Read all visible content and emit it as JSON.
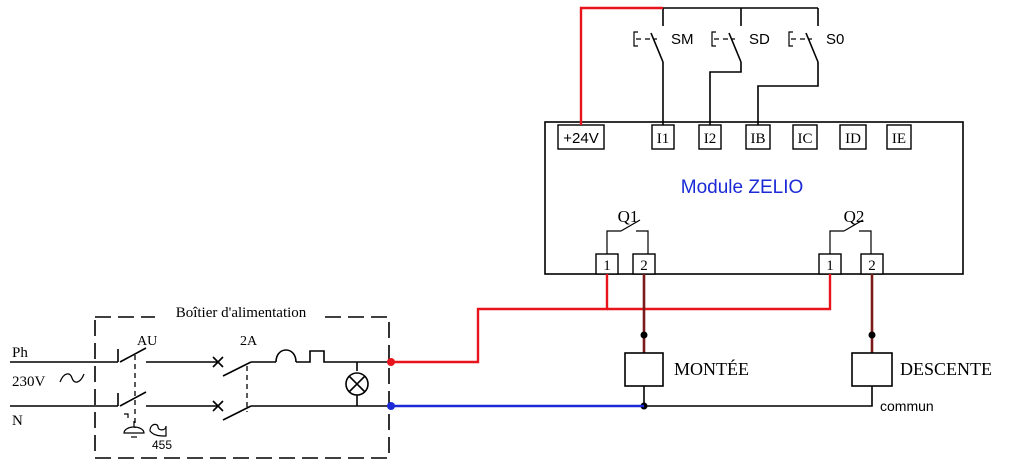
{
  "module": {
    "title": "Module ZELIO",
    "inputs": [
      "+24V",
      "I1",
      "I2",
      "IB",
      "IC",
      "ID",
      "IE"
    ],
    "outputs": [
      {
        "name": "Q1",
        "terminals": [
          "1",
          "2"
        ]
      },
      {
        "name": "Q2",
        "terminals": [
          "1",
          "2"
        ]
      }
    ]
  },
  "switches": [
    "SM",
    "SD",
    "S0"
  ],
  "supply_box": {
    "title": "Boîtier d'alimentation",
    "phase_label": "Ph",
    "voltage_label": "230V",
    "neutral_label": "N",
    "emergency_label": "AU",
    "breaker_label": "2A",
    "code_label": "455"
  },
  "loads": {
    "up_label": "MONTÉE",
    "down_label": "DESCENTE",
    "common_label": "commun"
  },
  "colors": {
    "positive": "#e8141b",
    "neutral": "#1b2ad6",
    "output": "#7a1a1a",
    "module_title": "#1b2ad6"
  }
}
